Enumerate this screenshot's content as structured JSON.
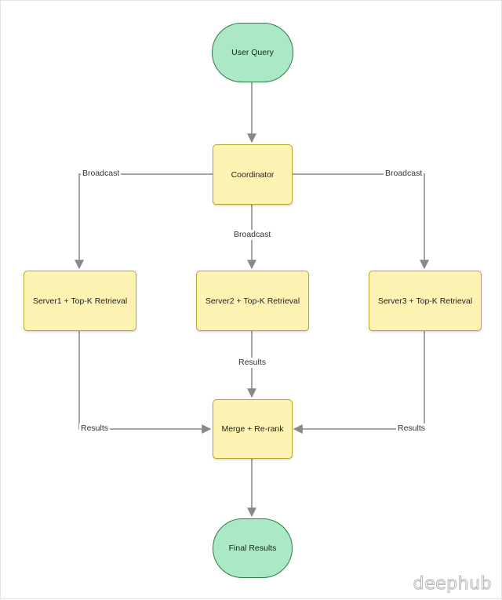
{
  "nodes": {
    "user_query": "User Query",
    "coordinator": "Coordinator",
    "server1": "Server1 + Top-K Retrieval",
    "server2": "Server2 + Top-K Retrieval",
    "server3": "Server3 + Top-K Retrieval",
    "merge": "Merge + Re-rank",
    "final": "Final Results"
  },
  "edges": {
    "broadcast_left": "Broadcast",
    "broadcast_center": "Broadcast",
    "broadcast_right": "Broadcast",
    "results_left": "Results",
    "results_center": "Results",
    "results_right": "Results"
  },
  "colors": {
    "terminal_fill": "#abe8c4",
    "terminal_border": "#2f7a4a",
    "process_fill": "#fdf3b2",
    "process_border": "#b8a230",
    "edge": "#888888"
  },
  "watermark": "deephub"
}
